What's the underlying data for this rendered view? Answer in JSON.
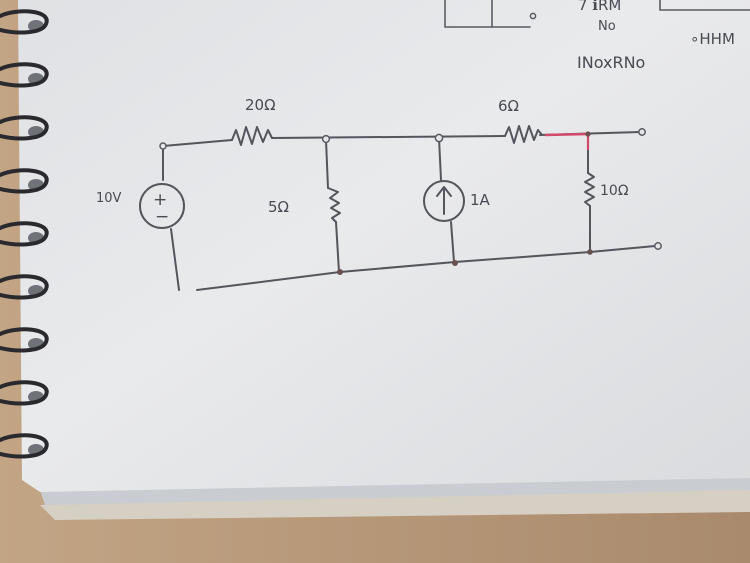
{
  "top_notes": {
    "fragment_1": "7 ℹRM",
    "fragment_2": "No",
    "formula": "INoxRNo",
    "fragment_3": "∘HHM"
  },
  "circuit": {
    "voltage_source": {
      "value": "10V",
      "plus": "+",
      "minus": "−"
    },
    "resistor_series_1": "20Ω",
    "resistor_shunt_1": "5Ω",
    "current_source": "1A",
    "resistor_series_2": "6Ω",
    "resistor_load": "10Ω"
  },
  "colors": {
    "paper": "#e7e8ea",
    "ink": "#55555c",
    "highlight": "#d2496a",
    "spiral": "#2a2a2e",
    "desk": "#b89878"
  }
}
